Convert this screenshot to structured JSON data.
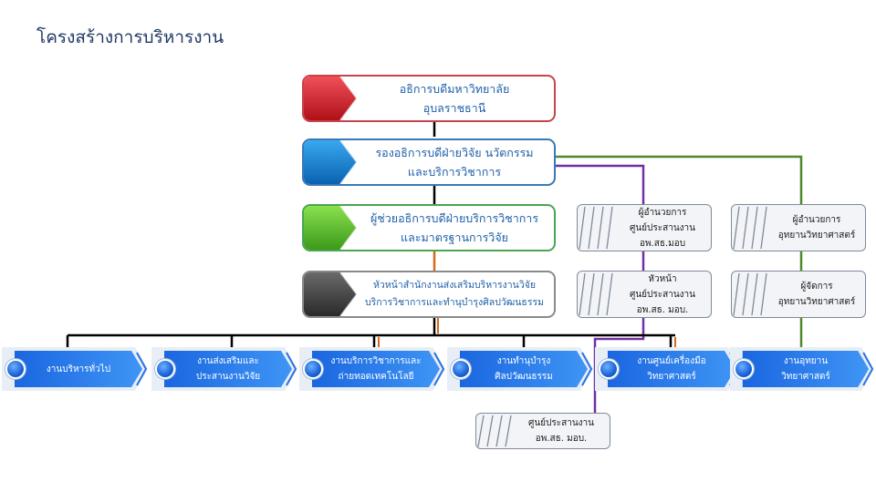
{
  "title": "โครงสร้างการบริหารงาน",
  "executives": [
    {
      "line1": "อธิการบดีมหาวิทยาลัย",
      "line2": "อุบลราชธานี",
      "color": "#d9262e"
    },
    {
      "line1": "รองอธิการบดีฝ่ายวิจัย  นวัตกรรม",
      "line2": "และบริการวิชาการ",
      "color": "#1487d6"
    },
    {
      "line1": "ผู้ช่วยอธิการบดีฝ่ายบริการวิชาการ",
      "line2": "และมาตรฐานการวิจัย",
      "color": "#5cc22e"
    },
    {
      "line1": "หัวหน้าสำนักงานส่งเสริมบริหารงานวิจัย",
      "line2": "บริการวิชาการและทำนุบำรุงศิลปวัฒนธรรม",
      "color": "#4a4a4a"
    }
  ],
  "side_boxes": [
    {
      "line1": "ผู้อำนวยการ",
      "line2": "ศูนย์ประสานงาน",
      "line3": "อพ.สธ.มอบ"
    },
    {
      "line1": "หัวหน้า",
      "line2": "ศูนย์ประสานงาน",
      "line3": "อพ.สธ. มอบ."
    },
    {
      "line1": "ผู้อำนวยการ",
      "line2": "อุทยานวิทยาศาสตร์"
    },
    {
      "line1": "ผู้จัดการ",
      "line2": "อุทยานวิทยาศาสตร์"
    },
    {
      "line1": "ศูนย์ประสานงาน",
      "line2": "อพ.สธ. มอบ."
    }
  ],
  "units": [
    {
      "line1": "งานบริหารทั่วไป",
      "line2": ""
    },
    {
      "line1": "งานส่งเสริมและ",
      "line2": "ประสานงานวิจัย"
    },
    {
      "line1": "งานบริการวิชาการและ",
      "line2": "ถ่ายทอดเทคโนโลยี"
    },
    {
      "line1": "งานทำนุบำรุง",
      "line2": "ศิลปวัฒนธรรม"
    },
    {
      "line1": "งานศูนย์เครื่องมือ",
      "line2": "วิทยาศาสตร์"
    },
    {
      "line1": "งานอุทยาน",
      "line2": "วิทยาศาสตร์"
    }
  ],
  "colors": {
    "green_line": "#4f8a2a",
    "purple_line": "#7030a0",
    "orange_line": "#d46a1a",
    "black_line": "#000000"
  }
}
